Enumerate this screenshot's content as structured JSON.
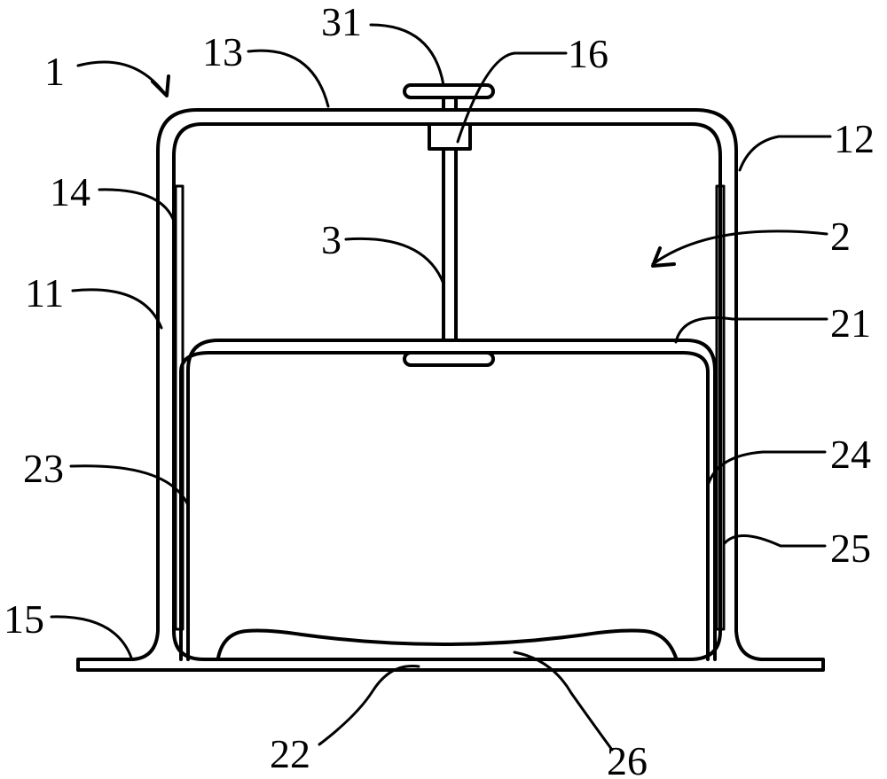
{
  "labels": {
    "l1": "1",
    "l2": "2",
    "l3": "3",
    "l11": "11",
    "l12": "12",
    "l13": "13",
    "l14": "14",
    "l15": "15",
    "l16": "16",
    "l21": "21",
    "l22": "22",
    "l23": "23",
    "l24": "24",
    "l25": "25",
    "l26": "26",
    "l31": "31"
  }
}
